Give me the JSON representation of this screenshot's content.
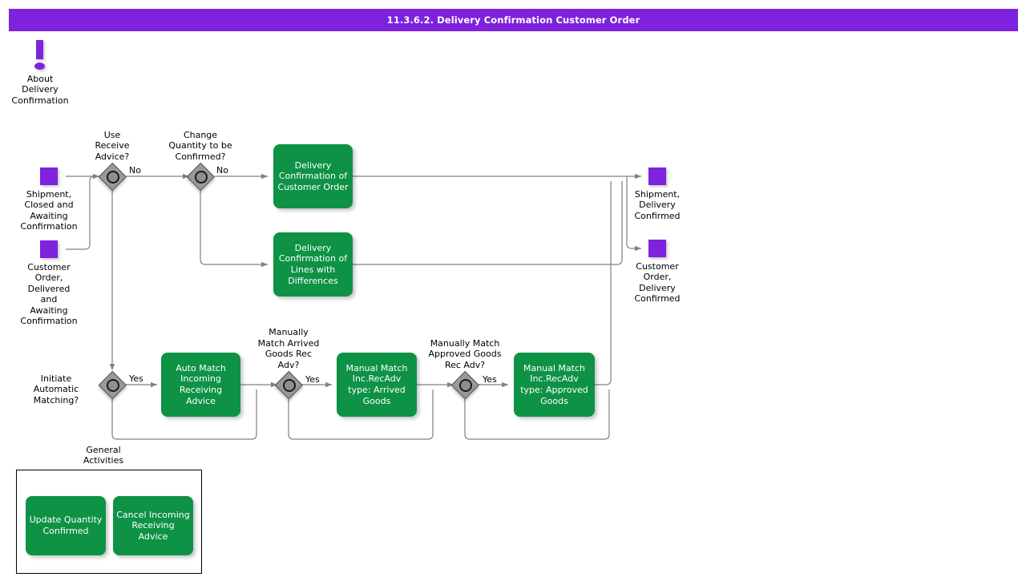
{
  "titlebar": {
    "title": "11.3.6.2. Delivery Confirmation Customer Order"
  },
  "annotation": {
    "icon": "exclamation-icon",
    "label": "About\nDelivery\nConfirmation"
  },
  "start_events": [
    {
      "name": "shipment-closed-awaiting-confirmation",
      "label": "Shipment,\nClosed and\nAwaiting\nConfirmation"
    },
    {
      "name": "customer-order-delivered-awaiting-confirmation",
      "label": "Customer\nOrder,\nDelivered\nand\nAwaiting\nConfirmation"
    }
  ],
  "end_events": [
    {
      "name": "shipment-delivery-confirmed",
      "label": "Shipment,\nDelivery\nConfirmed"
    },
    {
      "name": "customer-order-delivery-confirmed",
      "label": "Customer\nOrder,\nDelivery\nConfirmed"
    }
  ],
  "gateways": [
    {
      "name": "use-receive-advice",
      "label": "Use\nReceive\nAdvice?"
    },
    {
      "name": "change-quantity-to-be-confirmed",
      "label": "Change\nQuantity to be\nConfirmed?"
    },
    {
      "name": "initiate-automatic-matching",
      "label": "Initiate\nAutomatic\nMatching?"
    },
    {
      "name": "manually-match-arrived-goods-rec-adv",
      "label": "Manually\nMatch Arrived\nGoods Rec\nAdv?"
    },
    {
      "name": "manually-match-approved-goods-rec-adv",
      "label": "Manually Match\nApproved Goods\nRec Adv?"
    }
  ],
  "tasks": [
    {
      "name": "delivery-confirmation-of-customer-order",
      "label": "Delivery\nConfirmation of\nCustomer Order"
    },
    {
      "name": "delivery-confirmation-of-lines-with-differences",
      "label": "Delivery\nConfirmation of\nLines with\nDifferences"
    },
    {
      "name": "auto-match-incoming-receiving-advice",
      "label": "Auto Match\nIncoming\nReceiving\nAdvice"
    },
    {
      "name": "manual-match-arrived-goods",
      "label": "Manual Match\nInc.RecAdv\ntype: Arrived\nGoods"
    },
    {
      "name": "manual-match-approved-goods",
      "label": "Manual Match\nInc.RecAdv\ntype: Approved\nGoods"
    }
  ],
  "flow_labels": [
    {
      "name": "flow-label-no-1",
      "text": "No"
    },
    {
      "name": "flow-label-no-2",
      "text": "No"
    },
    {
      "name": "flow-label-yes-1",
      "text": "Yes"
    },
    {
      "name": "flow-label-yes-2",
      "text": "Yes"
    },
    {
      "name": "flow-label-yes-3",
      "text": "Yes"
    }
  ],
  "group": {
    "title": "General\nActivities",
    "tasks": [
      {
        "name": "update-quantity-confirmed",
        "label": "Update Quantity\nConfirmed"
      },
      {
        "name": "cancel-incoming-receiving-advice",
        "label": "Cancel Incoming\nReceiving\nAdvice"
      }
    ]
  },
  "colors": {
    "title_bar": "#7f22dd",
    "event": "#7f22dd",
    "task": "#0e9246",
    "gateway": "#999999",
    "connector": "#808080",
    "text": "#000000"
  }
}
